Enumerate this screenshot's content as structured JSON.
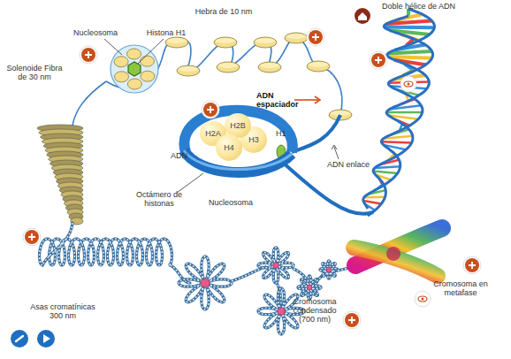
{
  "diagram": {
    "nodes": [
      {
        "text": [
          "H2B"
        ]
      },
      {
        "text": [
          "H2A"
        ]
      },
      {
        "text": [
          "H3"
        ]
      },
      {
        "text": [
          "H4"
        ]
      }
    ],
    "labels": [
      "Nucleosoma",
      "Histona H1",
      "Hebra de 10 nm",
      "Doble hélice de ADN",
      "Solenoide Fibra de 30 nm",
      "ADN espaciador",
      "H1",
      "ADN",
      "ADN enlace",
      "Octámero de histonas",
      "Nucleosoma",
      "Asas cromatínicas 300 nm",
      "Cromosoma en metafase",
      "Cromosoma condensado (700 nm)"
    ]
  }
}
